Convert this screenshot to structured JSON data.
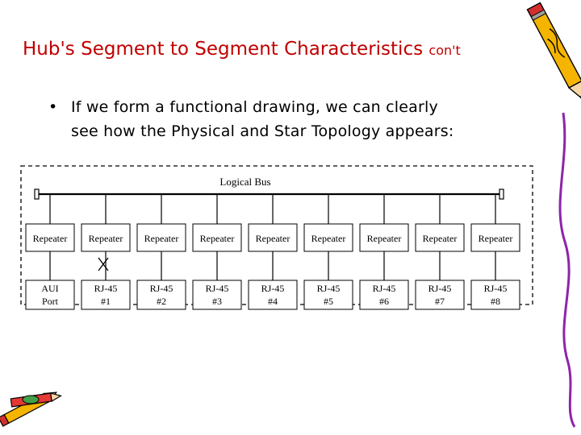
{
  "slide": {
    "title_main": "Hub's Segment to Segment Characteristics",
    "title_sub": "con't",
    "bullet_line1": "If we form a functional drawing, we can clearly",
    "bullet_line2": "see how the Physical and Star Topology appears:"
  },
  "diagram": {
    "bus_label": "Logical Bus",
    "repeaters": [
      "Repeater",
      "Repeater",
      "Repeater",
      "Repeater",
      "Repeater",
      "Repeater",
      "Repeater",
      "Repeater",
      "Repeater"
    ],
    "ports": [
      {
        "line1": "AUI",
        "line2": "Port"
      },
      {
        "line1": "RJ-45",
        "line2": "#1"
      },
      {
        "line1": "RJ-45",
        "line2": "#2"
      },
      {
        "line1": "RJ-45",
        "line2": "#3"
      },
      {
        "line1": "RJ-45",
        "line2": "#4"
      },
      {
        "line1": "RJ-45",
        "line2": "#5"
      },
      {
        "line1": "RJ-45",
        "line2": "#6"
      },
      {
        "line1": "RJ-45",
        "line2": "#7"
      },
      {
        "line1": "RJ-45",
        "line2": "#8"
      }
    ]
  },
  "icons": [
    "pencil-icon",
    "pencils-clipart-icon"
  ]
}
